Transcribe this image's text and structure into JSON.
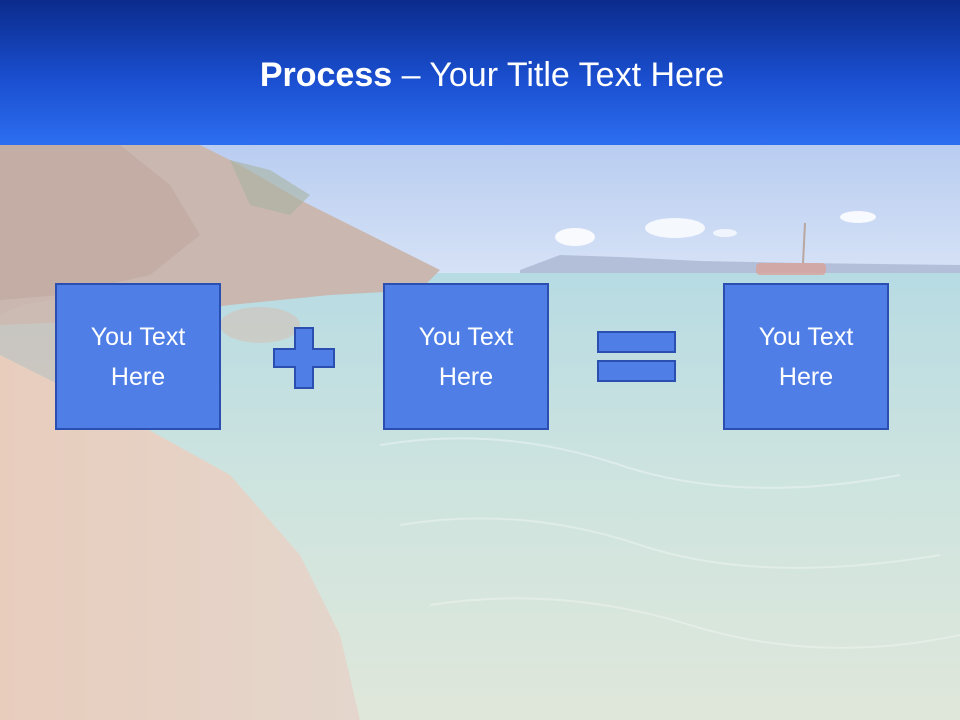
{
  "title": {
    "bold": "Process",
    "rest": " – Your Title Text Here"
  },
  "boxes": [
    {
      "line1": "You Text",
      "line2": "Here"
    },
    {
      "line1": "You Text",
      "line2": "Here"
    },
    {
      "line1": "You Text",
      "line2": "Here"
    }
  ],
  "icons": {
    "plus": "plus-icon",
    "equals": "equals-icon"
  },
  "colors": {
    "title_bar_top": "#0b2b8c",
    "title_bar_bottom": "#2d6ef0",
    "box_fill": "#4f7fe6",
    "box_border": "#2a4fb0",
    "text": "#ffffff"
  }
}
